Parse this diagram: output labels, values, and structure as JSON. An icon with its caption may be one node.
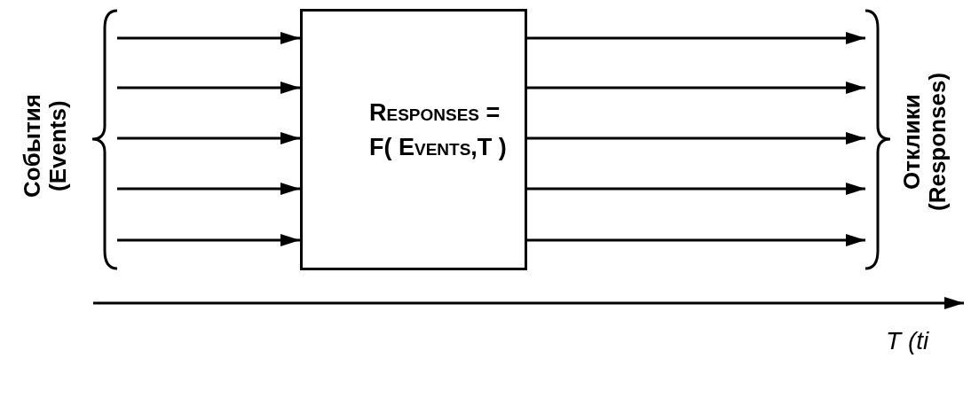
{
  "diagram": {
    "nodes": [
      {
        "text": [
          "События (Events)"
        ]
      },
      {
        "text": [
          "Responses = F( Events,T )"
        ]
      },
      {
        "text": [
          "Отклики (Responses)"
        ]
      }
    ],
    "edges": [
      {
        "from": 0,
        "to": 1,
        "arrow": "to"
      },
      {
        "from": 0,
        "to": 1,
        "arrow": "to"
      },
      {
        "from": 0,
        "to": 1,
        "arrow": "to"
      },
      {
        "from": 0,
        "to": 1,
        "arrow": "to"
      },
      {
        "from": 0,
        "to": 1,
        "arrow": "to"
      },
      {
        "from": 1,
        "to": 2,
        "arrow": "to"
      },
      {
        "from": 1,
        "to": 2,
        "arrow": "to"
      },
      {
        "from": 1,
        "to": 2,
        "arrow": "to"
      },
      {
        "from": 1,
        "to": 2,
        "arrow": "to"
      },
      {
        "from": 1,
        "to": 2,
        "arrow": "to"
      }
    ],
    "labels": [
      "T (ti"
    ]
  }
}
